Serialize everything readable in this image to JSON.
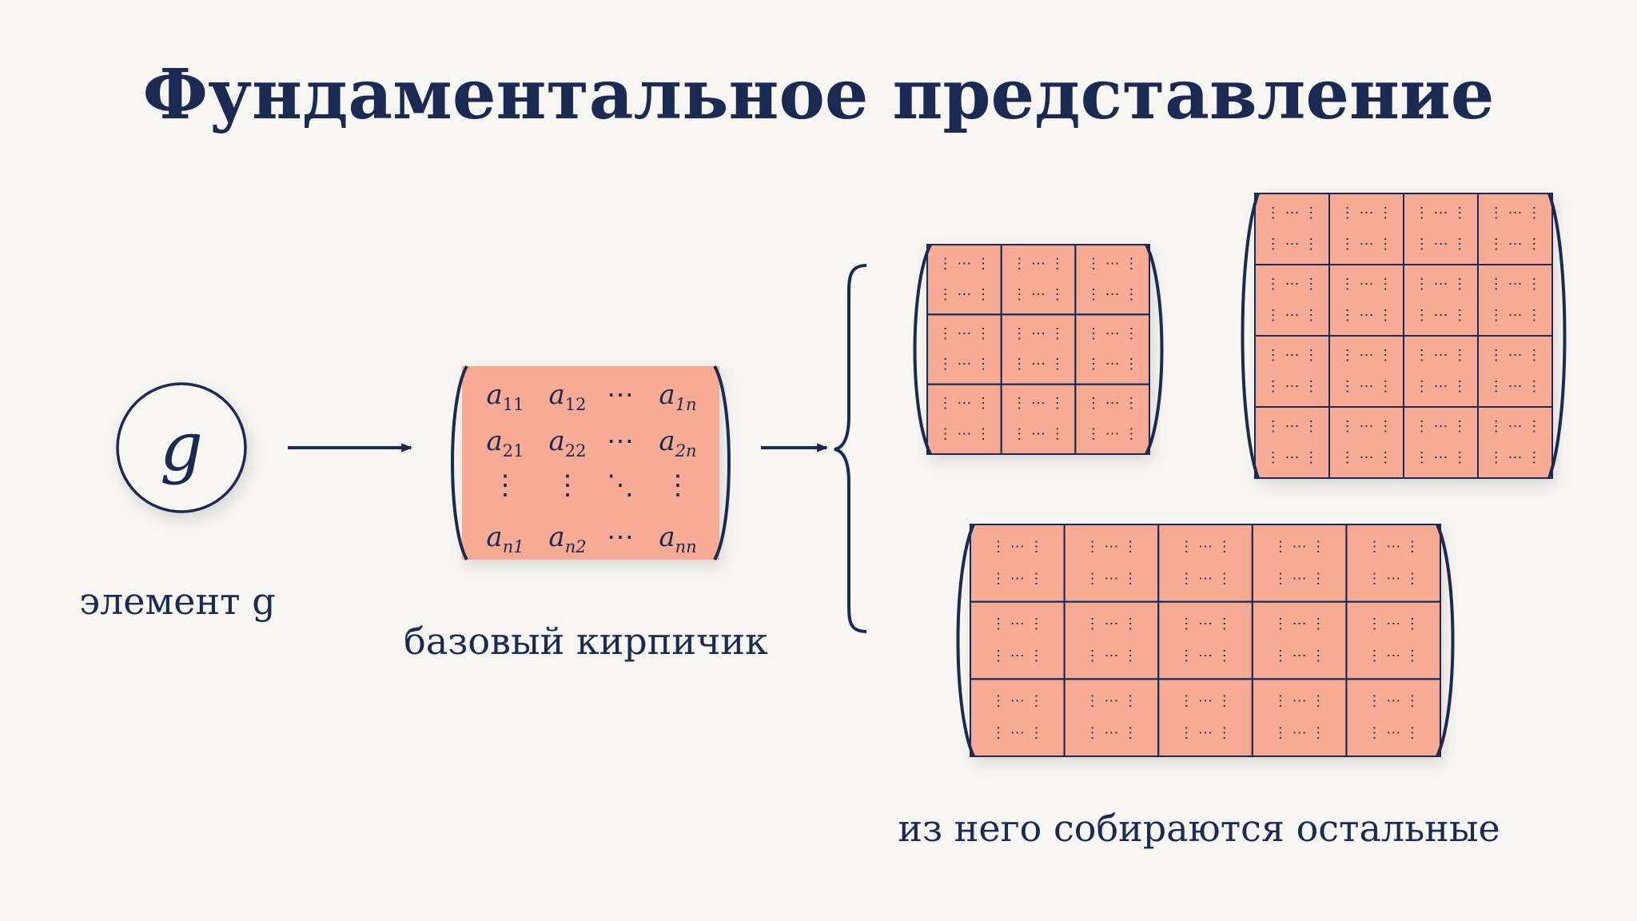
{
  "title": "Фундаментальное представление",
  "element": {
    "symbol": "g",
    "caption": "элемент g"
  },
  "brick": {
    "caption": "базовый кирпичик",
    "cells": [
      [
        {
          "b": "a",
          "s": "11"
        },
        {
          "b": "a",
          "s": "12"
        },
        {
          "b": "⋯",
          "s": ""
        },
        {
          "b": "a",
          "s": "1n"
        }
      ],
      [
        {
          "b": "a",
          "s": "21"
        },
        {
          "b": "a",
          "s": "22"
        },
        {
          "b": "⋯",
          "s": ""
        },
        {
          "b": "a",
          "s": "2n"
        }
      ],
      [
        {
          "b": "⋮",
          "s": ""
        },
        {
          "b": "⋮",
          "s": ""
        },
        {
          "b": "⋱",
          "s": ""
        },
        {
          "b": "⋮",
          "s": ""
        }
      ],
      [
        {
          "b": "a",
          "s": "n1"
        },
        {
          "b": "a",
          "s": "n2"
        },
        {
          "b": "⋯",
          "s": ""
        },
        {
          "b": "a",
          "s": "nn"
        }
      ]
    ]
  },
  "composites": {
    "caption": "из него собираются остальные",
    "tile_glyph": "⋯",
    "grids": [
      {
        "name": "grid-3x3",
        "rows": 3,
        "cols": 3
      },
      {
        "name": "grid-4x4",
        "rows": 4,
        "cols": 4
      },
      {
        "name": "grid-3x5",
        "rows": 3,
        "cols": 5
      }
    ]
  },
  "colors": {
    "ink": "#1a2a52",
    "tile": "#f7ab95",
    "background": "#f8f6f2"
  }
}
